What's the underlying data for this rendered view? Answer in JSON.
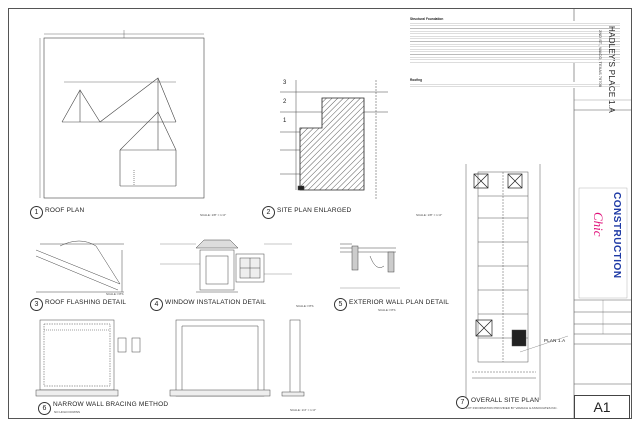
{
  "drawings": {
    "roof_plan": {
      "number": "1",
      "title": "ROOF PLAN",
      "scale": "SCALE: 1/8\" = 1'-0\""
    },
    "site_plan_enlarged": {
      "number": "2",
      "title": "SITE PLAN ENLARGED",
      "scale": "SCALE: 1/8\" = 1'-0\"",
      "lot_numbers": [
        "3",
        "2",
        "1"
      ]
    },
    "roof_flashing": {
      "number": "3",
      "title": "ROOF FLASHING DETAIL",
      "scale": "SCALE: NTS"
    },
    "window_installation": {
      "number": "4",
      "title": "WINDOW INSTALATION DETAIL",
      "scale": "SCALE: NTS"
    },
    "exterior_wall_plan": {
      "number": "5",
      "title": "EXTERIOR WALL PLAN DETAIL",
      "scale": "SCALE: NTS"
    },
    "narrow_wall_bracing": {
      "number": "6",
      "title": "NARROW WALL BRACING METHOD",
      "subtitle": "NO HOLD DOWNS",
      "scale": "SCALE: 1/4\" = 1'-0\""
    },
    "overall_site_plan": {
      "number": "7",
      "title": "OVERALL SITE PLAN",
      "subtitle": "LOT INFORMATION PROVIDED BY VAMACH & ASSOCIATES INC.",
      "plan_callout": "PLAN 1.A"
    }
  },
  "notes": {
    "heading_1": "Structural Foundation",
    "heading_2": "Roofing"
  },
  "title_block": {
    "project": "HADLEY'S PLACE 1.A",
    "address": "2ND ST., WACO, TEXAS 76706",
    "brand_word_1": "CONSTRUCTION",
    "brand_word_2": "Chic",
    "sheet_number": "A1"
  }
}
